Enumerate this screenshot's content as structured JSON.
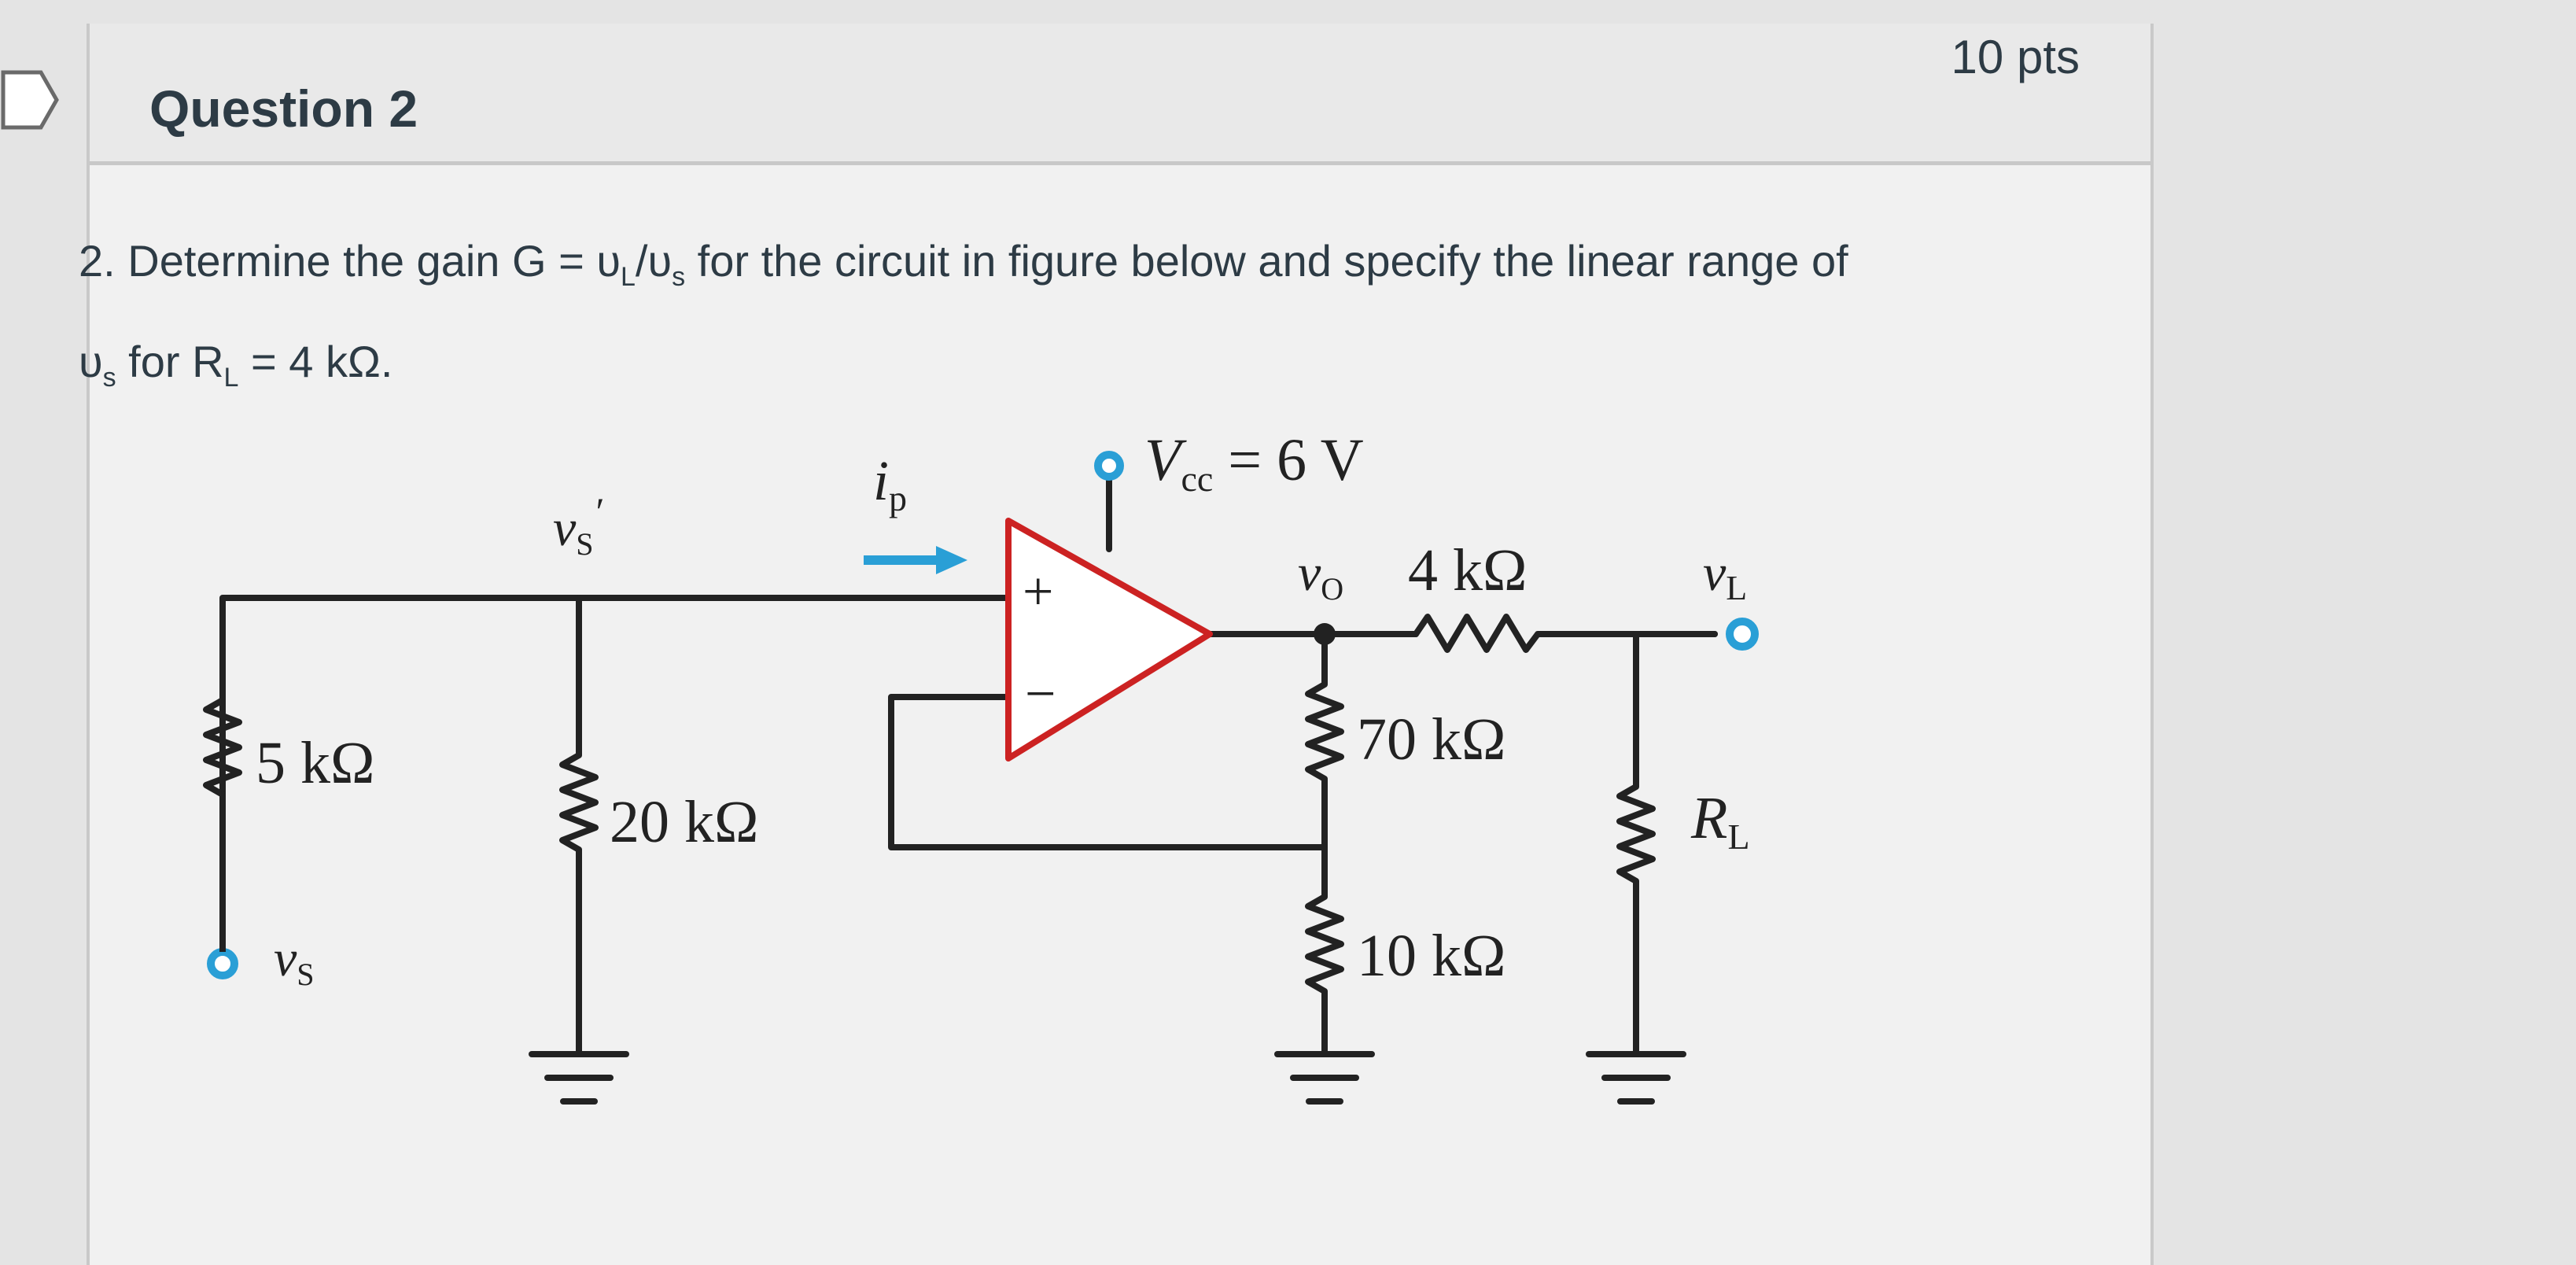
{
  "question": {
    "title": "Question 2",
    "points": "10 pts",
    "prompt_line1_prefix": "2. Determine the gain G = υ",
    "prompt_sub_L": "L",
    "prompt_slash": "/υ",
    "prompt_sub_s": "s",
    "prompt_line1_suffix": " for the circuit in figure below and specify the linear range of",
    "prompt_line2_prefix": "υ",
    "prompt_line2_sub_s": "s",
    "prompt_line2_mid": " for R",
    "prompt_line2_sub_L": "L",
    "prompt_line2_suffix": " = 4 kΩ."
  },
  "circuit": {
    "vcc_label": "V",
    "vcc_sub": "cc",
    "vcc_value": " = 6 V",
    "ip_label": "i",
    "ip_sub": "p",
    "vs_prime_label": "v",
    "vs_prime_sub": "S",
    "vs_prime_mark": "′",
    "vo_label": "v",
    "vo_sub": "O",
    "vl_label": "v",
    "vl_sub": "L",
    "vs_label": "v",
    "vs_sub": "S",
    "r_source": "5 kΩ",
    "r_shunt": "20 kΩ",
    "r_series": "4 kΩ",
    "r_feedback_top": "70 kΩ",
    "r_feedback_bottom": "10 kΩ",
    "rl_label": "R",
    "rl_sub": "L",
    "plus_sign": "+",
    "minus_sign": "−",
    "colors": {
      "wire": "#222222",
      "node": "#2a9fd6",
      "opamp": "#cc2222",
      "arrow": "#2a9fd6"
    }
  }
}
